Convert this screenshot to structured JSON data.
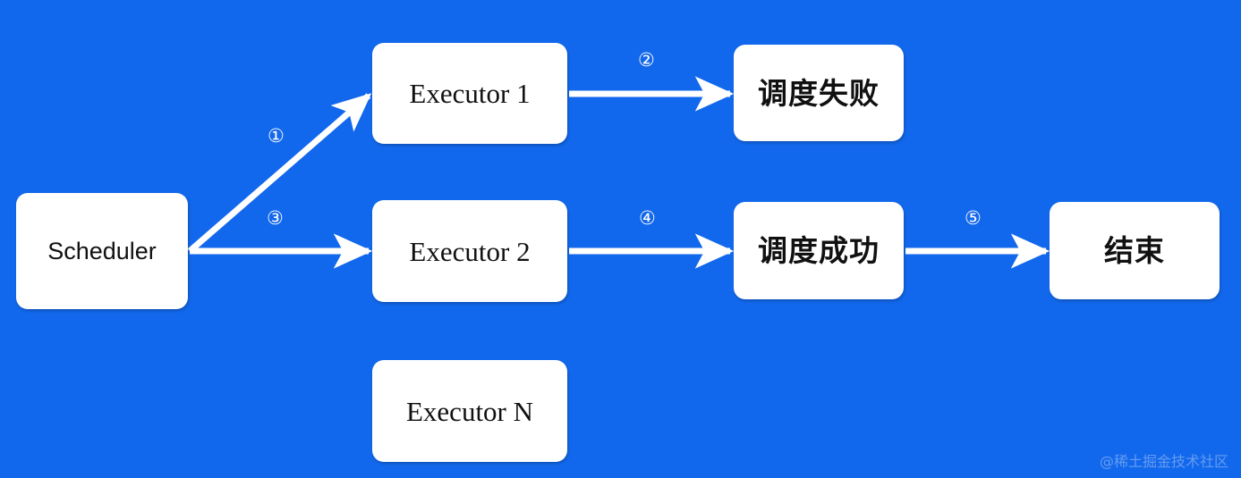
{
  "diagram": {
    "background_color": "#1268ec",
    "node_fill_color": "#ffffff",
    "node_text_color": "#111111",
    "edge_color": "#ffffff",
    "nodes": [
      {
        "id": "scheduler",
        "label": "Scheduler"
      },
      {
        "id": "executor-1",
        "label": "Executor 1"
      },
      {
        "id": "executor-2",
        "label": "Executor 2"
      },
      {
        "id": "executor-n",
        "label": "Executor N"
      },
      {
        "id": "schedule-failed",
        "label": "调度失败"
      },
      {
        "id": "schedule-success",
        "label": "调度成功"
      },
      {
        "id": "end",
        "label": "结束"
      }
    ],
    "edges": [
      {
        "id": "e1",
        "marker": "①",
        "from": "scheduler",
        "to": "executor-1"
      },
      {
        "id": "e2",
        "marker": "②",
        "from": "executor-1",
        "to": "schedule-failed"
      },
      {
        "id": "e3",
        "marker": "③",
        "from": "scheduler",
        "to": "executor-2"
      },
      {
        "id": "e4",
        "marker": "④",
        "from": "executor-2",
        "to": "schedule-success"
      },
      {
        "id": "e5",
        "marker": "⑤",
        "from": "schedule-success",
        "to": "end"
      }
    ]
  },
  "watermark": {
    "text": "@稀土掘金技术社区"
  }
}
